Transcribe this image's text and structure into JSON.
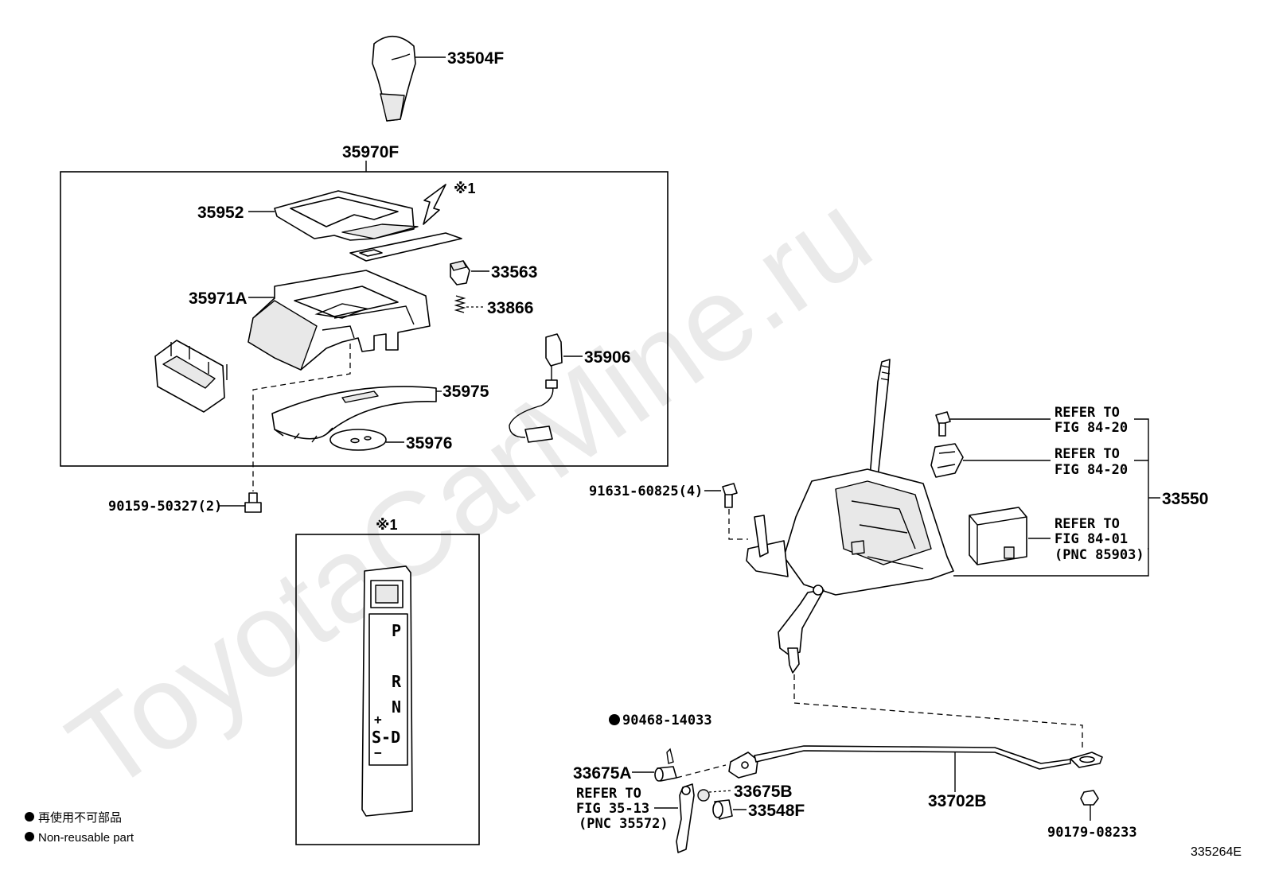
{
  "watermark": "ToyotaCarMine.ru",
  "diagram_id": "335264E",
  "legend": {
    "jp": "再使用不可部品",
    "en": "Non-reusable part"
  },
  "note_mark": "※1",
  "parts": {
    "knob": "33504F",
    "assembly_box": "35970F",
    "p35952": "35952",
    "p35971a": "35971A",
    "p33563": "33563",
    "p33866": "33866",
    "p35906": "35906",
    "p35975": "35975",
    "p35976": "35976",
    "bolt_left": "90159-50327(2)",
    "bolt_center": "91631-60825(4)",
    "shift_assy": "33550",
    "pin_top": "90468-14033",
    "p33675a": "33675A",
    "p33675b": "33675B",
    "p33548f": "33548F",
    "rod": "33702B",
    "nut": "90179-08233"
  },
  "refs": {
    "r1": {
      "line1": "REFER TO",
      "line2": "FIG 84-20"
    },
    "r2": {
      "line1": "REFER TO",
      "line2": "FIG 84-20"
    },
    "r3": {
      "line1": "REFER TO",
      "line2": "FIG 84-01",
      "line3": "(PNC 85903)"
    },
    "r4": {
      "line1": "REFER TO",
      "line2": "FIG 35-13",
      "line3": "(PNC 35572)"
    }
  },
  "indicator": {
    "p": "P",
    "r": "R",
    "n": "N",
    "sd": "S-D",
    "plus": "+",
    "minus": "−"
  },
  "colors": {
    "line": "#000000",
    "background": "#ffffff",
    "watermark": "#d9d9d9"
  }
}
